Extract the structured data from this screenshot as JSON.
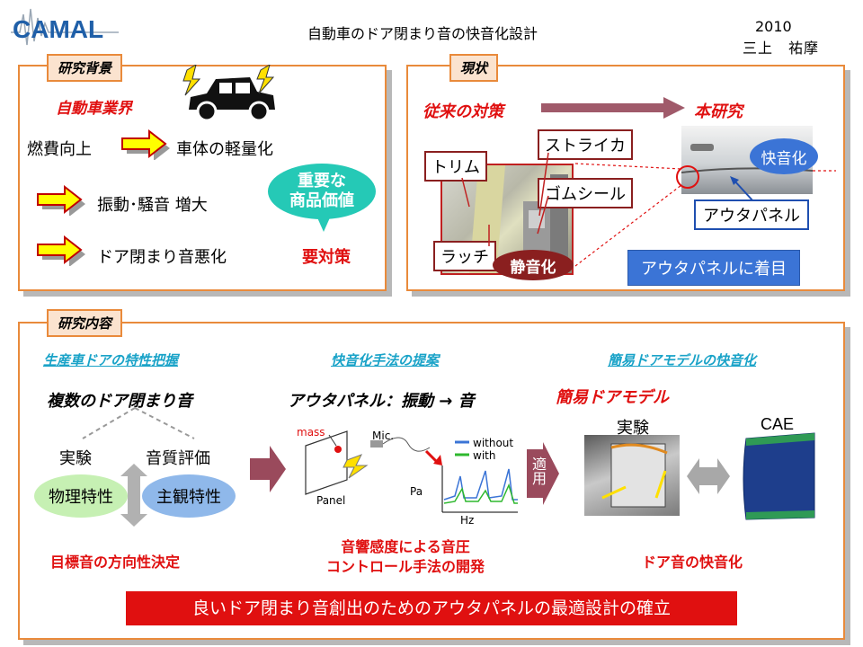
{
  "header": {
    "logo_text": "CAMAL",
    "title": "自動車のドア閉まり音の快音化設計",
    "year": "2010",
    "author": "三上　祐摩"
  },
  "background_panel": {
    "label": "研究背景",
    "industry": "自動車業界",
    "fuel": "燃費向上",
    "lightweight": "車体の軽量化",
    "vibration": "振動･騒音 増大",
    "door_bad": "ドア閉まり音悪化",
    "important": "重要な\n商品価値",
    "countermeasure": "要対策"
  },
  "status_panel": {
    "label": "現状",
    "conventional": "従来の対策",
    "this_study": "本研究",
    "trim": "トリム",
    "striker": "ストライカ",
    "rubber_seal": "ゴムシール",
    "latch": "ラッチ",
    "quiet": "静音化",
    "pleasant": "快音化",
    "outer_panel": "アウタパネル",
    "focus": "アウタパネルに着目"
  },
  "content_panel": {
    "label": "研究内容",
    "col1_head": "生産車ドアの特性把握",
    "col2_head": "快音化手法の提案",
    "col3_head": "簡易ドアモデルの快音化",
    "multi_sounds": "複数のドア閉まり音",
    "experiment": "実験",
    "sound_quality": "音質評価",
    "physical": "物理特性",
    "subjective": "主観特性",
    "outer_vib": "アウタパネル：振動 → 音",
    "mass": "mass",
    "mic": "Mic.",
    "panel": "Panel",
    "pa": "Pa",
    "hz": "Hz",
    "without": "without",
    "with": "with",
    "apply": "適用",
    "simple_model": "簡易ドアモデル",
    "experiment2": "実験",
    "cae": "CAE",
    "col1_result": "目標音の方向性決定",
    "col2_result": "音響感度による音圧\nコントロール手法の開発",
    "col3_result": "ドア音の快音化",
    "conclusion": "良いドア閉まり音創出のためのアウタパネルの最適設計の確立"
  },
  "colors": {
    "panel_border": "#e98a3b",
    "red": "#e01010",
    "blue_heading": "#1aa3c8",
    "maroon": "#8a1f1f",
    "blue_box": "#3b74d6",
    "yellow_arrow": "#ffff00",
    "green_ellipse": "#c6f0b3",
    "blue_ellipse": "#8fb8ea",
    "teal_ellipse": "#25c9b6",
    "without_line": "#3b74d6",
    "with_line": "#2fb82f"
  },
  "icons": [
    "car-icon",
    "lightning-icon",
    "yellow-arrow-icon",
    "speaker-mic-icon"
  ]
}
